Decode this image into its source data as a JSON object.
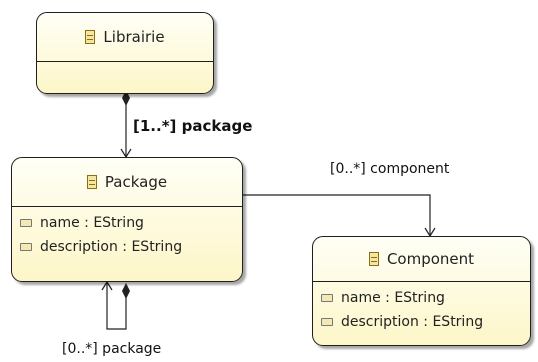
{
  "classes": {
    "librairie": {
      "name": "Librairie",
      "attributes": []
    },
    "package": {
      "name": "Package",
      "attributes": [
        "name : EString",
        "description : EString"
      ]
    },
    "component": {
      "name": "Component",
      "attributes": [
        "name : EString",
        "description : EString"
      ]
    }
  },
  "associations": {
    "librairie_package": "[1..*] package",
    "package_component": "[0..*] component",
    "package_self": "[0..*] package"
  },
  "colors": {
    "class_fill_top": "#fffff6",
    "class_fill_bottom": "#fdf6c8",
    "border": "#1f1f1f"
  }
}
